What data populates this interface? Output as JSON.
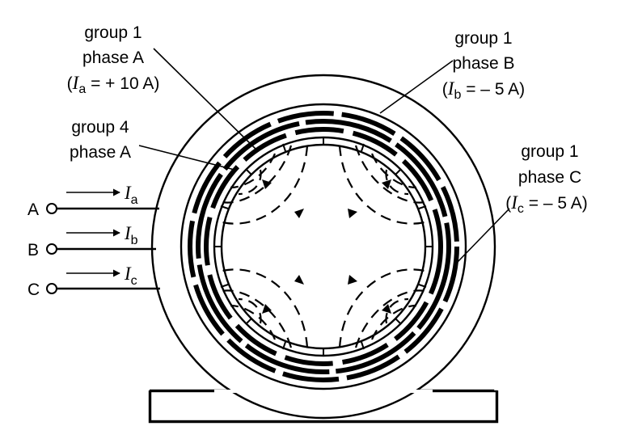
{
  "labels": {
    "top_left": {
      "group": "group 1",
      "phase": "phase A",
      "cur_sym": "I",
      "cur_sub": "a",
      "cur_val": " = + 10 A)"
    },
    "top_right": {
      "group": "group 1",
      "phase": "phase B",
      "cur_sym": "I",
      "cur_sub": "b",
      "cur_val": " = – 5 A)"
    },
    "mid_left": {
      "group": "group 4",
      "phase": "phase A"
    },
    "mid_right": {
      "group": "group 1",
      "phase": "phase C",
      "cur_sym": "I",
      "cur_sub": "c",
      "cur_val": " = – 5 A)"
    }
  },
  "terminals": [
    {
      "letter": "A",
      "cur_sym": "I",
      "cur_sub": "a"
    },
    {
      "letter": "B",
      "cur_sym": "I",
      "cur_sub": "b"
    },
    {
      "letter": "C",
      "cur_sym": "I",
      "cur_sub": "c"
    }
  ]
}
